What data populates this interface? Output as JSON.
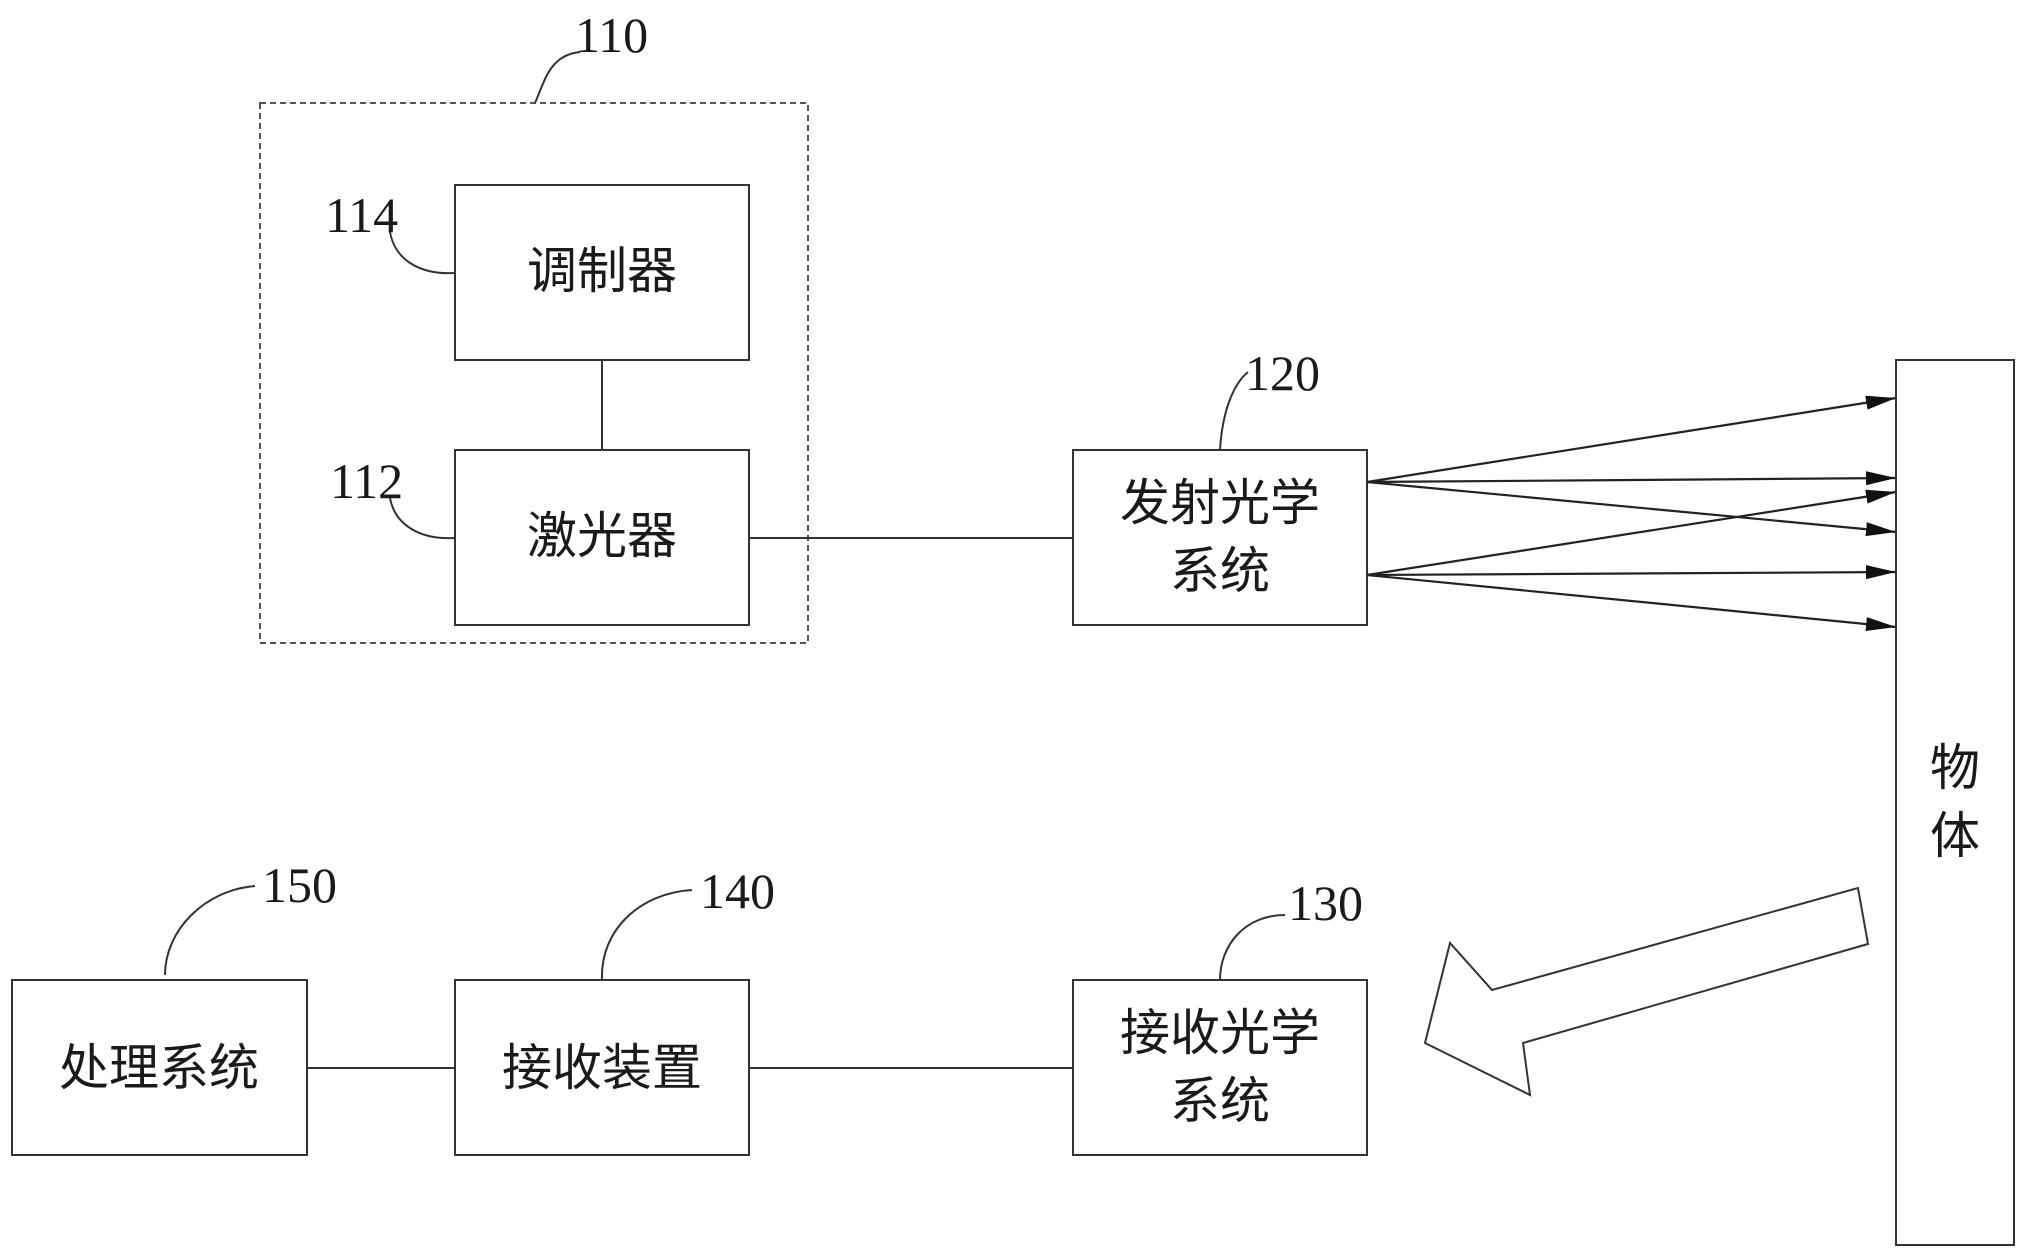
{
  "diagram": {
    "group": {
      "ref": "110"
    },
    "nodes": {
      "modulator": {
        "label": "调制器",
        "ref": "114"
      },
      "laser": {
        "label": "激光器",
        "ref": "112"
      },
      "tx_optics": {
        "label_line1": "发射光学",
        "label_line2": "系统",
        "ref": "120"
      },
      "object": {
        "label_line1": "物",
        "label_line2": "体"
      },
      "rx_optics": {
        "label_line1": "接收光学",
        "label_line2": "系统",
        "ref": "130"
      },
      "receiver": {
        "label": "接收装置",
        "ref": "140"
      },
      "processor": {
        "label": "处理系统",
        "ref": "150"
      }
    }
  }
}
